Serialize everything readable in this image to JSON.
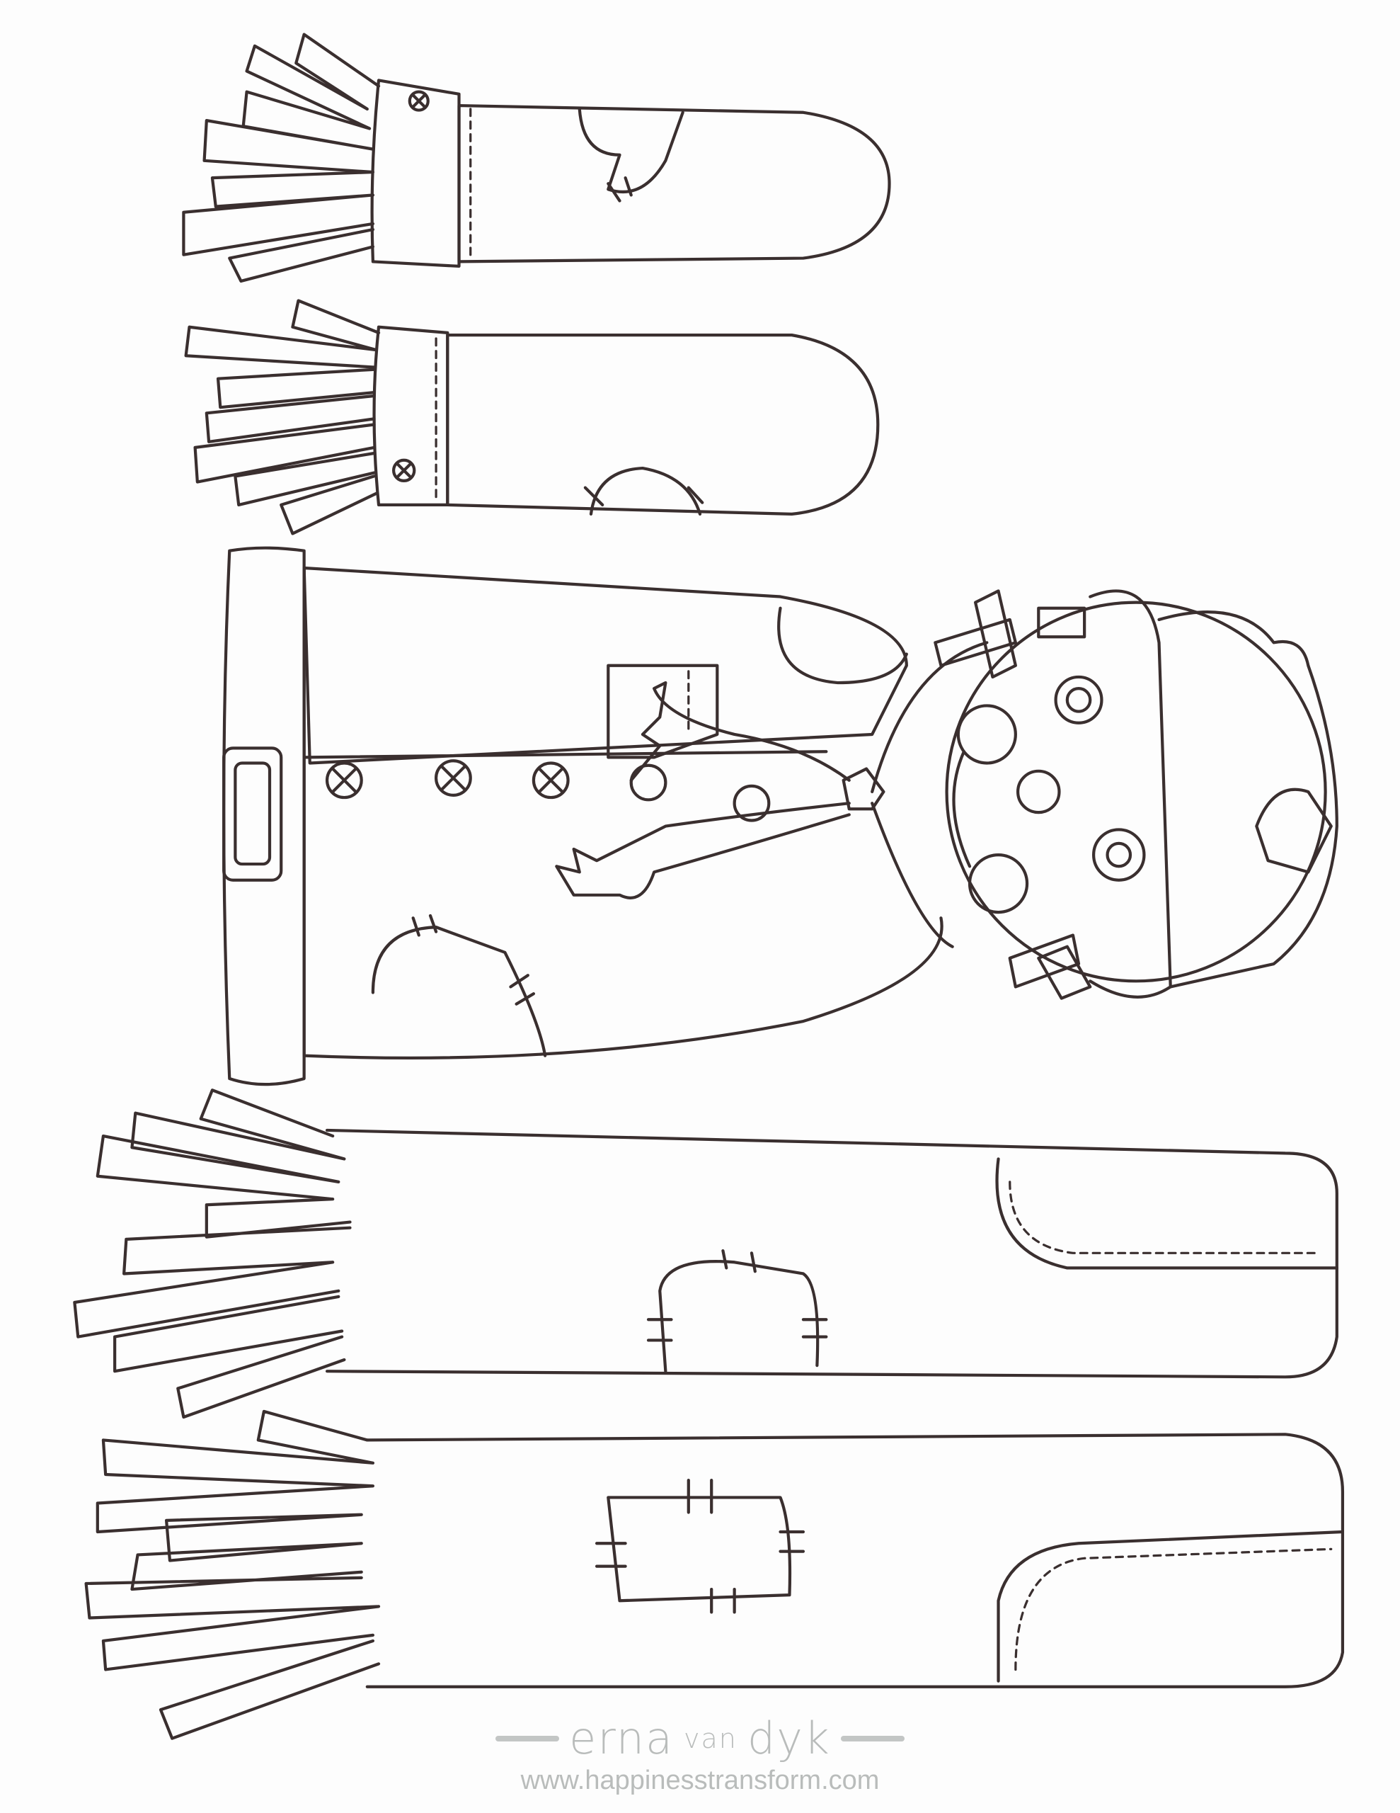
{
  "artwork": {
    "subject": "scarecrow-coloring-page",
    "line_color": "#3a2f2f"
  },
  "footer": {
    "logo_first": "erna",
    "logo_middle": "van",
    "logo_last": "dyk",
    "website": "www.happinesstransform.com",
    "text_color": "#b9bcbb"
  }
}
